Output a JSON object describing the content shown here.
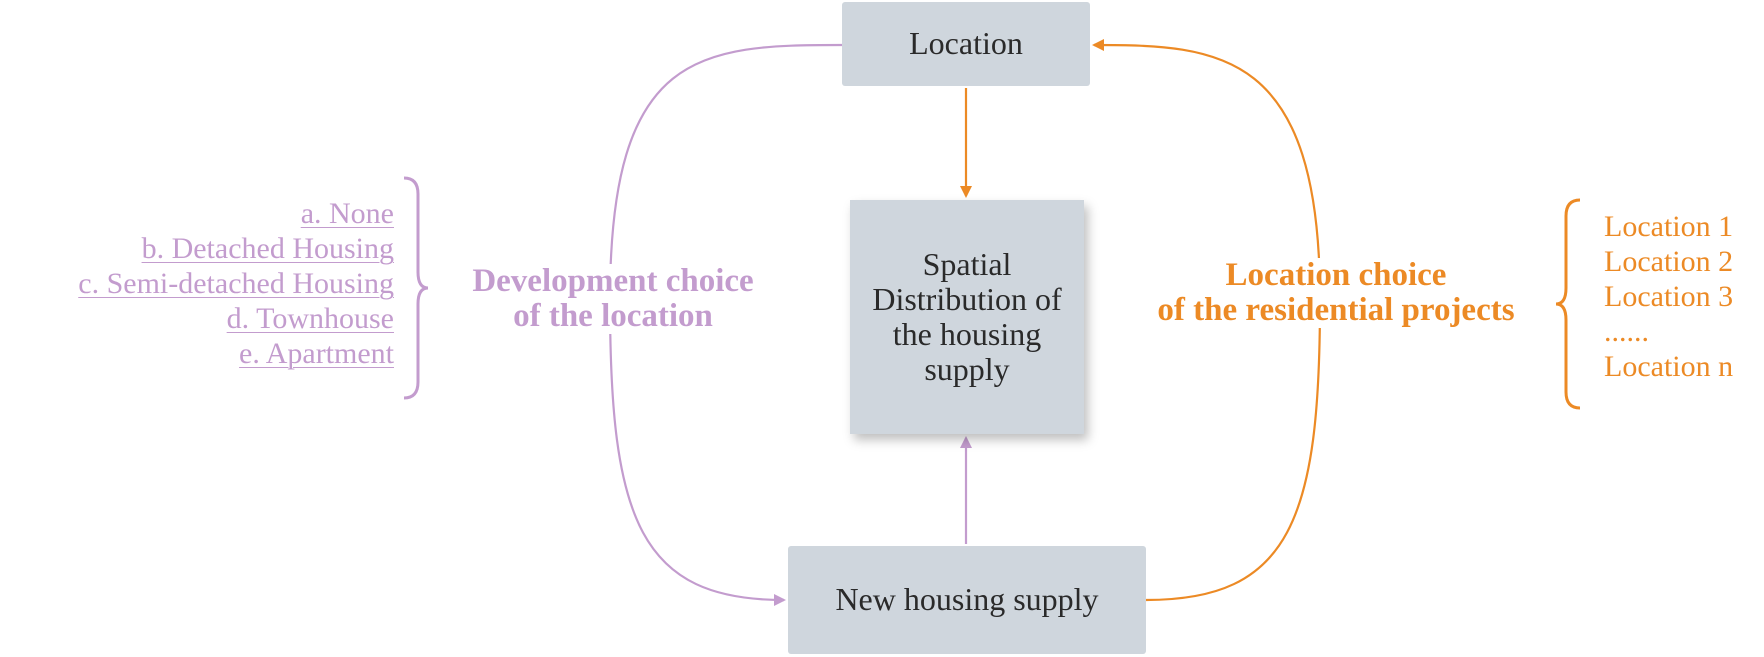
{
  "nodes": {
    "location": "Location",
    "spatial_distribution": "Spatial Distribution of the housing supply",
    "new_housing_supply": "New housing supply"
  },
  "labels": {
    "development_choice": [
      "Development choice",
      "of the location"
    ],
    "location_choice": [
      "Location choice",
      "of the residential projects"
    ]
  },
  "development_options": [
    "a. None",
    "b. Detached Housing",
    "c. Semi-detached Housing",
    "d. Townhouse",
    "e. Apartment"
  ],
  "location_options": [
    "Location 1",
    "Location 2",
    "Location 3",
    "......",
    "Location n"
  ],
  "colors": {
    "purple": "#c39cce",
    "orange": "#ec8a25",
    "box": "#cfd6dd"
  }
}
